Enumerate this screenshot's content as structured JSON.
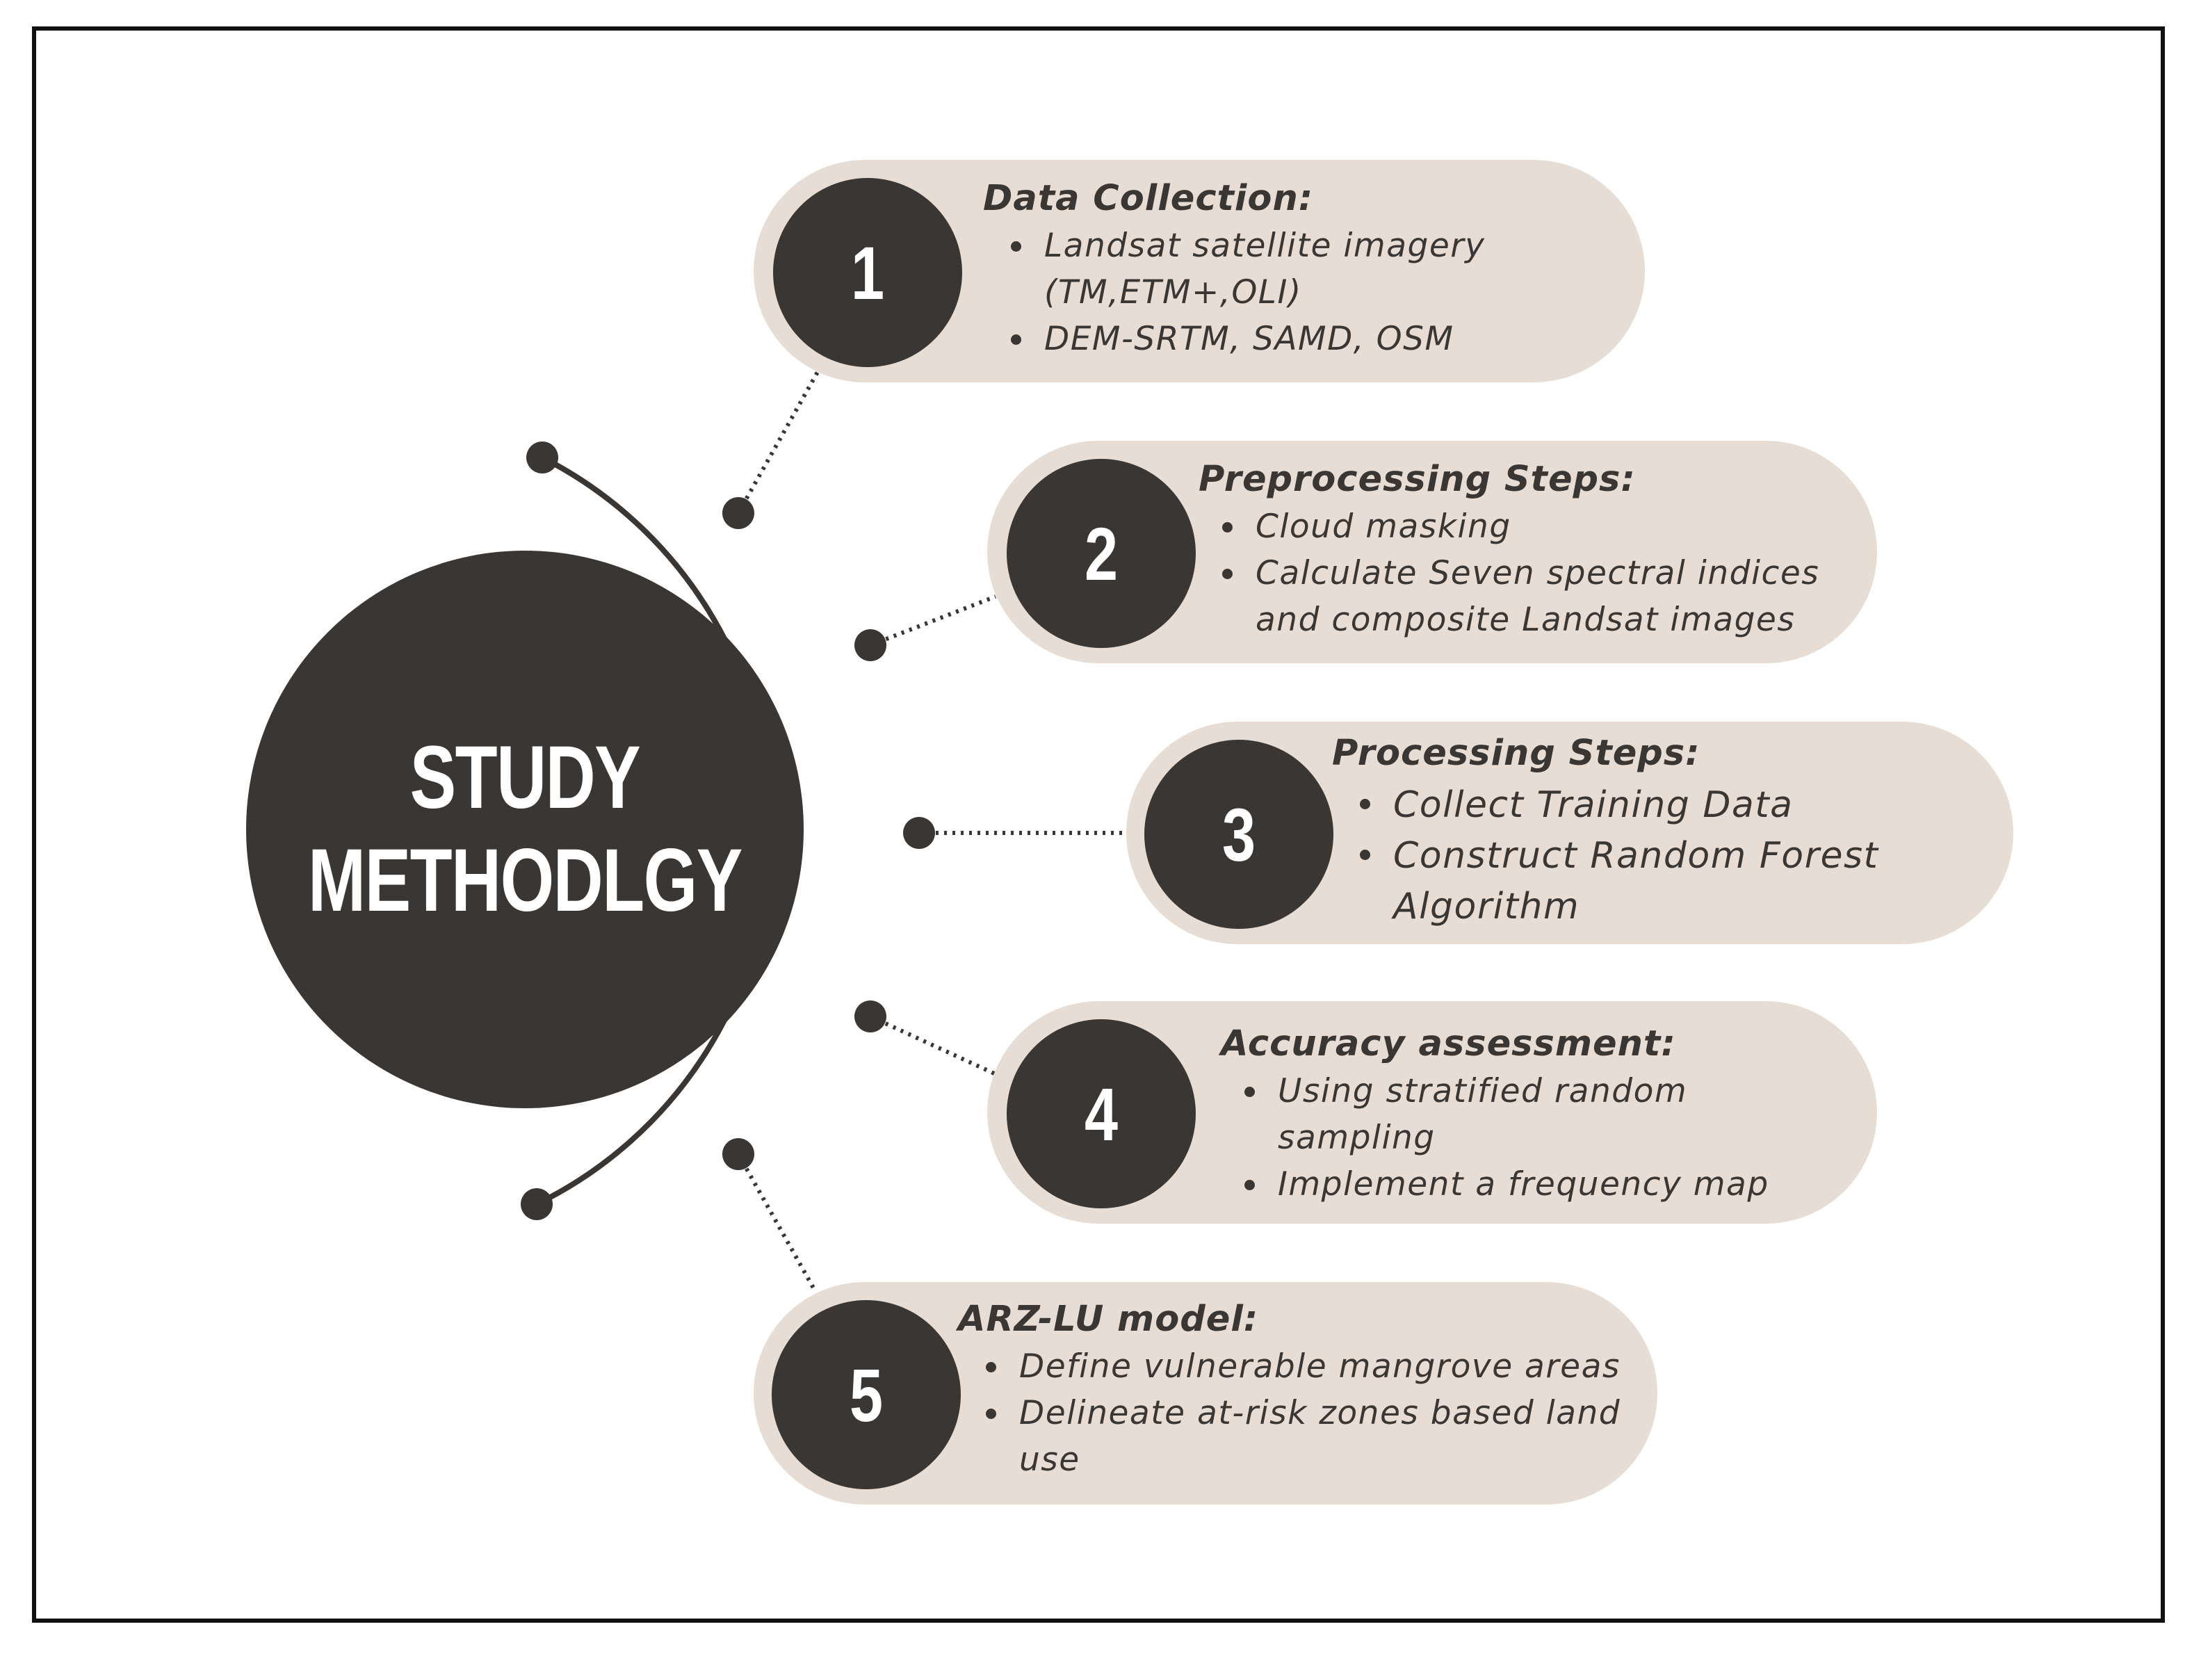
{
  "center": {
    "line1": "STUDY",
    "line2": "METHODLGY"
  },
  "steps": [
    {
      "number": "1",
      "title": "Data Collection:",
      "bullets": [
        "Landsat satellite imagery",
        "(TM,ETM+,OLI)",
        "DEM-SRTM, SAMD, OSM"
      ]
    },
    {
      "number": "2",
      "title": "Preprocessing Steps:",
      "bullets": [
        "Cloud masking",
        "Calculate Seven spectral indices",
        "and composite Landsat images"
      ]
    },
    {
      "number": "3",
      "title": "Processing Steps:",
      "bullets": [
        "Collect Training Data",
        "Construct Random Forest",
        "Algorithm"
      ]
    },
    {
      "number": "4",
      "title": "Accuracy assessment:",
      "bullets": [
        "Using stratified random",
        "sampling",
        "Implement a frequency map"
      ]
    },
    {
      "number": "5",
      "title": "ARZ-LU model:",
      "bullets": [
        "Define vulnerable mangrove areas",
        "Delineate at-risk zones based land",
        "use"
      ]
    }
  ],
  "colors": {
    "dark": "#3a3634",
    "pill": "#e7ddd4",
    "frame": "#111111"
  }
}
